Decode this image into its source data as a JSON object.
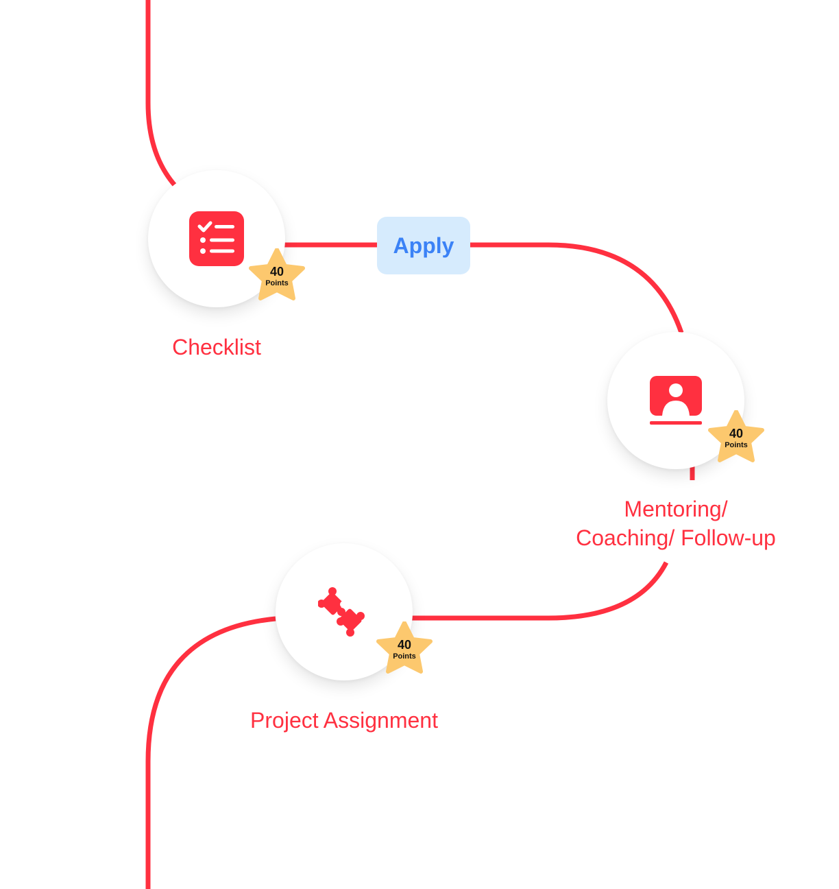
{
  "colors": {
    "path": "#ff3040",
    "icon": "#ff3040",
    "label": "#ff3040",
    "badge": "#fcc86e",
    "apply_bg": "#d6ebfd",
    "apply_text": "#3b82f6"
  },
  "apply": {
    "label": "Apply"
  },
  "steps": [
    {
      "label": "Checklist",
      "icon": "checklist-icon",
      "badge": {
        "value": "40",
        "unit": "Points"
      }
    },
    {
      "label_line1": "Mentoring/",
      "label_line2": "Coaching/ Follow-up",
      "icon": "mentor-screen-icon",
      "badge": {
        "value": "40",
        "unit": "Points"
      }
    },
    {
      "label": "Project Assignment",
      "icon": "puzzle-icon",
      "badge": {
        "value": "40",
        "unit": "Points"
      }
    }
  ]
}
